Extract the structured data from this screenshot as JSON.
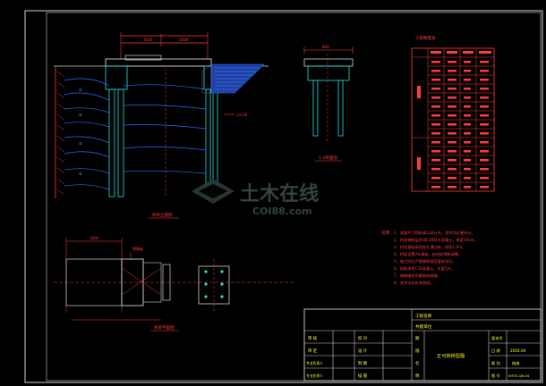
{
  "watermark": {
    "name": "土木在线",
    "domain": "COI88.com"
  },
  "drawing": {
    "label_elevation": "桥梁立面图",
    "label_plan": "桥梁平面图",
    "label_section": "1-1断面图",
    "table_title": "工程数量表",
    "plan_label": "预制板"
  },
  "notes": {
    "title": "说明：",
    "lines": [
      "1、本图尺寸除标高以米计外，其余均以厘米计。",
      "2、桥面铺装层采用C30防水混凝土，厚度10cm。",
      "3、桥台基础采用钻孔灌注桩，桩径1.0m。",
      "4、桥面设置2%横坡，由桥面铺装调整。",
      "5、施工时应严格按照规范要求进行。",
      "6、搭板采用C30混凝土，长度5m。",
      "7、伸缩缝采用橡胶伸缩缝。",
      "8、其余详见有关图纸。"
    ]
  },
  "title_block": {
    "project_label": "工程名称",
    "project_value": "",
    "sub_label": "共建单位",
    "rows_left": [
      "审 核",
      "审 定",
      "专业负责人",
      "专业负责人"
    ],
    "rows_mid": [
      "校 对",
      "设 计",
      "制 图",
      "描 图"
    ],
    "drawing_name": "正弓桥桥型图",
    "version_label": "版本号",
    "date_label": "日 期",
    "date_value": "2005.04",
    "scale_label": "图 别",
    "scale_value": "结施",
    "number_label": "图 号",
    "number_value": "SHTS-QB-04"
  },
  "colors": {
    "background": "#000000",
    "frame": "#f0f0f0",
    "dimension": "#ff3b3b",
    "structure": "#20e0e0",
    "soil": "#2a6aff",
    "table": "#ff3b3b"
  }
}
